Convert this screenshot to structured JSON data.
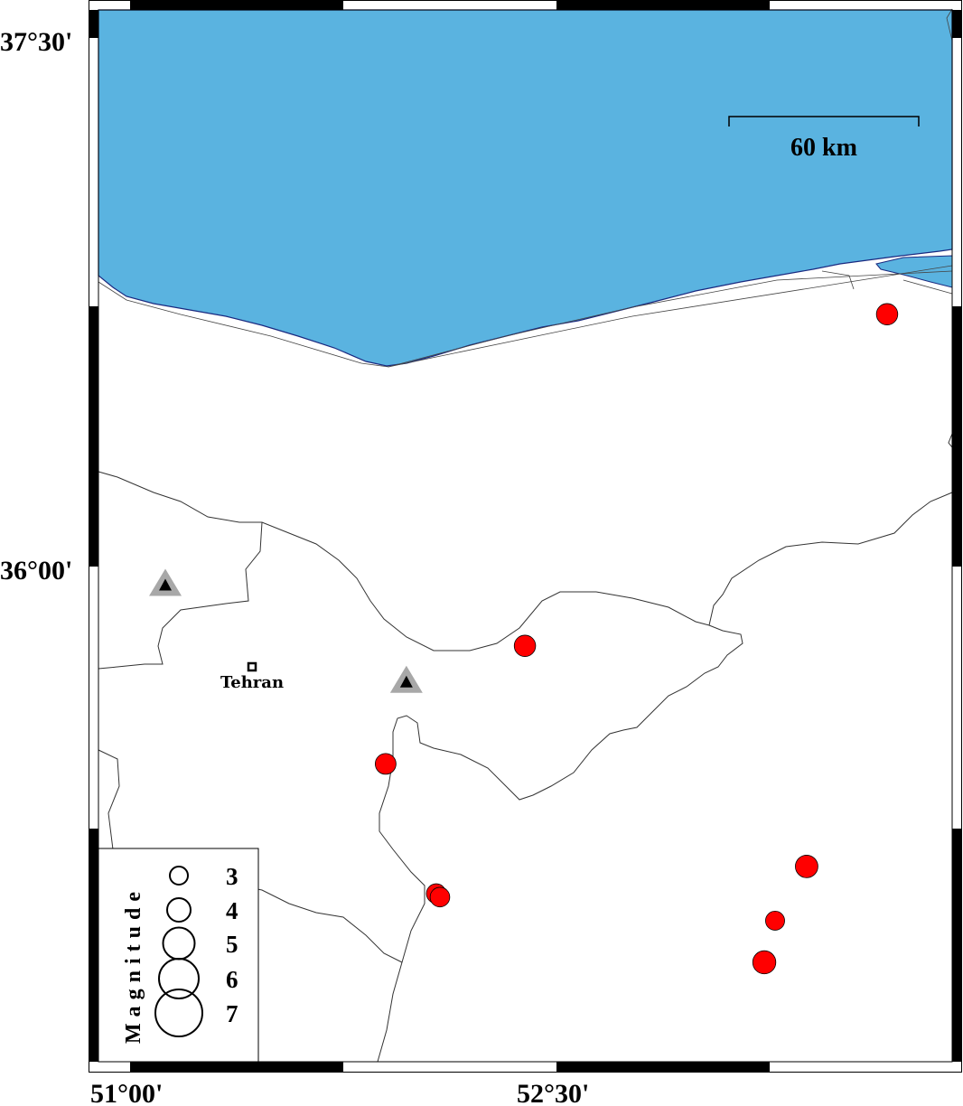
{
  "map": {
    "extent": {
      "lon_min": 50.888,
      "lon_max": 53.892,
      "lat_min": 34.595,
      "lat_max": 37.58
    },
    "colors": {
      "sea": "#5ab3e0",
      "land": "#ffffff",
      "event": "#ff0000",
      "volcano_outer": "#a8a8a8",
      "volcano_inner": "#000000"
    },
    "lon_ticks": [
      {
        "value": 51.0,
        "label": "51°00'"
      },
      {
        "value": 52.5,
        "label": "52°30'"
      }
    ],
    "lat_ticks": [
      {
        "value": 37.5,
        "label": "37°30'"
      },
      {
        "value": 36.0,
        "label": "36°00'"
      }
    ],
    "scale_bar": {
      "label": "60 km",
      "length_km": 60
    },
    "city": {
      "name": "Tehran",
      "lon": 51.429,
      "lat": 35.68
    },
    "volcanoes": [
      {
        "lon": 51.124,
        "lat": 35.95
      },
      {
        "lon": 51.972,
        "lat": 35.675
      }
    ],
    "events": [
      {
        "lon": 53.663,
        "lat": 36.716,
        "mag": 3.6
      },
      {
        "lon": 52.389,
        "lat": 35.775,
        "mag": 3.6
      },
      {
        "lon": 51.899,
        "lat": 35.44,
        "mag": 3.5
      },
      {
        "lon": 53.38,
        "lat": 35.149,
        "mag": 3.8
      },
      {
        "lon": 52.077,
        "lat": 35.072,
        "mag": 3.3
      },
      {
        "lon": 52.09,
        "lat": 35.062,
        "mag": 3.3
      },
      {
        "lon": 53.269,
        "lat": 34.995,
        "mag": 3.2
      },
      {
        "lon": 53.231,
        "lat": 34.877,
        "mag": 3.9
      }
    ],
    "legend": {
      "title": "Magnitude",
      "items": [
        {
          "mag": 3,
          "label": "3"
        },
        {
          "mag": 4,
          "label": "4"
        },
        {
          "mag": 5,
          "label": "5"
        },
        {
          "mag": 6,
          "label": "6"
        },
        {
          "mag": 7,
          "label": "7"
        }
      ]
    }
  }
}
